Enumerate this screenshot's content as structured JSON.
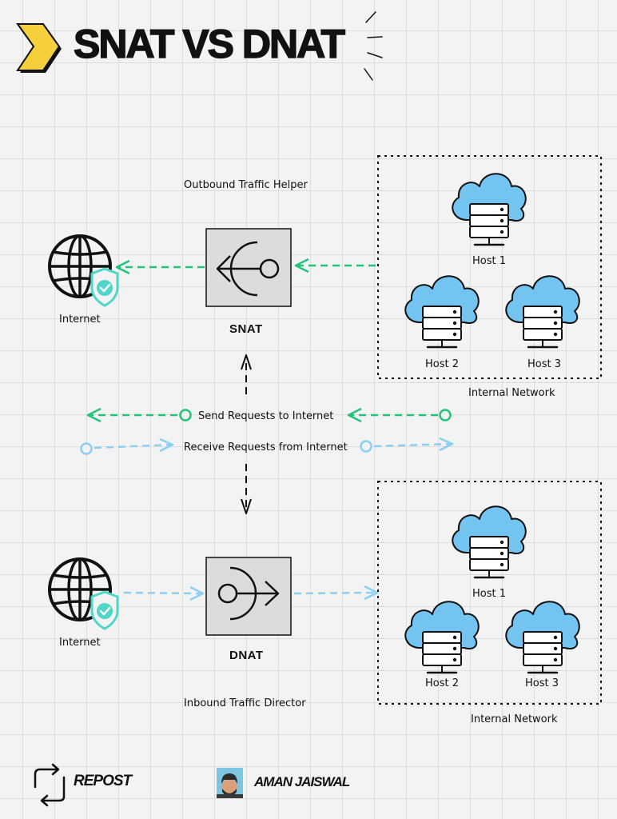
{
  "title": "SNAT VS DNAT",
  "snat": {
    "label": "SNAT",
    "caption": "Outbound Traffic Helper",
    "internet_label": "Internet",
    "network_label": "Internal Network",
    "hosts": [
      "Host 1",
      "Host 2",
      "Host 3"
    ]
  },
  "dnat": {
    "label": "DNAT",
    "caption": "Inbound Traffic Director",
    "internet_label": "Internet",
    "network_label": "Internal Network",
    "hosts": [
      "Host 1",
      "Host 2",
      "Host 3"
    ]
  },
  "legend": {
    "send": "Send Requests to Internet",
    "receive": "Receive Requests from Internet"
  },
  "footer": {
    "repost": "REPOST",
    "author": "AMAN JAISWAL"
  },
  "colors": {
    "send_arrow": "#22c47a",
    "receive_arrow": "#8ccff2",
    "cloud": "#74c4f2",
    "shield": "#4fd6c8",
    "accent": "#f6cf3c",
    "nat_box": "#dcdcdc"
  }
}
